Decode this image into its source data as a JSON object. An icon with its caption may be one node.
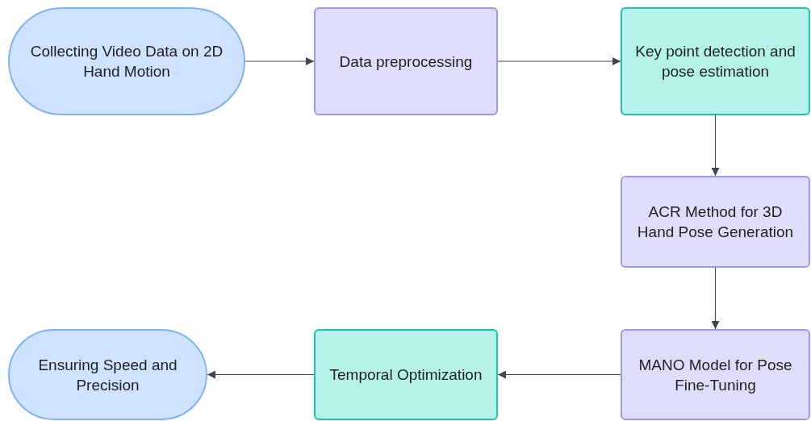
{
  "diagram": {
    "nodes": [
      {
        "text": [
          "Collecting Video Data on 2D Hand Motion"
        ]
      },
      {
        "text": [
          "Data preprocessing"
        ]
      },
      {
        "text": [
          "Key point detection and pose estimation"
        ]
      },
      {
        "text": [
          "ACR Method for 3D Hand Pose Generation"
        ]
      },
      {
        "text": [
          "MANO Model for Pose Fine-Tuning"
        ]
      },
      {
        "text": [
          "Temporal Optimization"
        ]
      },
      {
        "text": [
          "Ensuring Speed and Precision"
        ]
      }
    ],
    "edges": [
      {
        "from": 0,
        "to": 1,
        "arrow": "to"
      },
      {
        "from": 1,
        "to": 2,
        "arrow": "to"
      },
      {
        "from": 2,
        "to": 3,
        "arrow": "to"
      },
      {
        "from": 3,
        "to": 4,
        "arrow": "to"
      },
      {
        "from": 4,
        "to": 5,
        "arrow": "to"
      },
      {
        "from": 5,
        "to": 6,
        "arrow": "to"
      }
    ]
  }
}
